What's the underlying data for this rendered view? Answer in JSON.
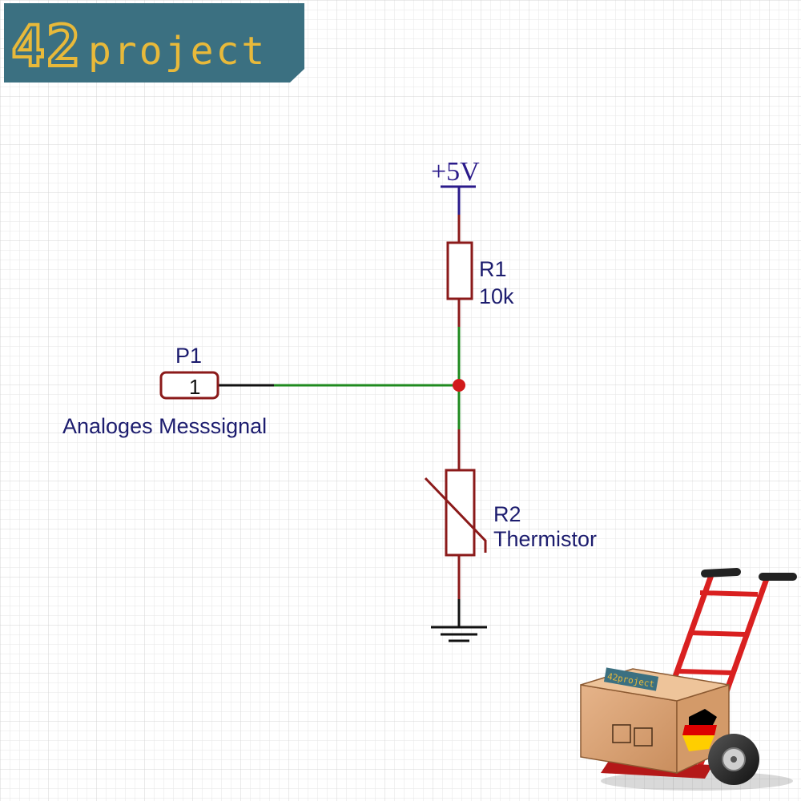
{
  "logo": {
    "number": "42",
    "word": "project",
    "bg_color": "#3b7081",
    "text_color": "#e8b93a"
  },
  "schematic": {
    "power": {
      "label": "+5V",
      "color": "#2a1a8a"
    },
    "r1": {
      "ref": "R1",
      "value": "10k"
    },
    "r2": {
      "ref": "R2",
      "value": "Thermistor"
    },
    "connector": {
      "ref": "P1",
      "pin": "1",
      "net_label": "Analoges Messsignal"
    },
    "colors": {
      "wire": "#8b1a1a",
      "net": "#1f8a1f",
      "text": "#1c1c6e",
      "junction": "#d11a1a"
    }
  },
  "cart_box": {
    "sticker": "42project",
    "flag_colors": [
      "#000000",
      "#dd0000",
      "#ffce00"
    ]
  }
}
